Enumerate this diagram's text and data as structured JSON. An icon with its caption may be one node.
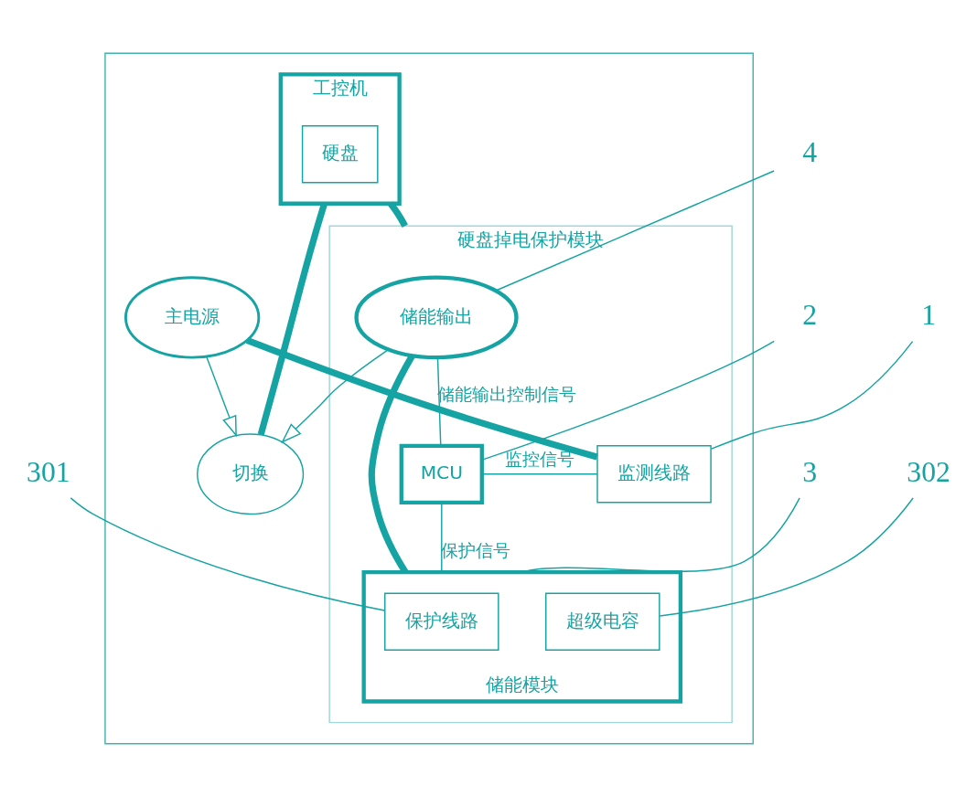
{
  "diagram": {
    "nodes": [
      {
        "text": [],
        "shape": "box"
      },
      {
        "text": [
          "硬盘掉电保护模块"
        ],
        "in": 0
      },
      {
        "text": [
          "工控机"
        ],
        "in": 0
      },
      {
        "text": [
          "硬盘"
        ],
        "in": 2
      },
      {
        "text": [
          "切换"
        ],
        "in": 0
      },
      {
        "text": [
          "主电源"
        ],
        "in": 0
      },
      {
        "text": [
          "储能输出"
        ],
        "in": 1
      },
      {
        "text": [
          "MCU"
        ],
        "in": 1
      },
      {
        "text": [
          "监测线路"
        ],
        "in": 1
      },
      {
        "text": [
          "储能模块"
        ],
        "in": 1
      },
      {
        "text": [
          "保护线路"
        ],
        "in": 9
      },
      {
        "text": [
          "超级电容"
        ],
        "in": 9
      },
      {
        "text": [
          "4"
        ]
      },
      {
        "text": [
          "2"
        ]
      },
      {
        "text": [
          "1"
        ]
      },
      {
        "text": [
          "301"
        ]
      },
      {
        "text": [
          "3"
        ]
      },
      {
        "text": [
          "302"
        ]
      }
    ],
    "edges": [
      {
        "from": 2,
        "to": 1,
        "arrow": "none",
        "style": "thick"
      },
      {
        "from": 2,
        "to": 4,
        "arrow": "none",
        "style": "thick"
      },
      {
        "from": 6,
        "to": 4,
        "arrow": "to"
      },
      {
        "from": 5,
        "to": 4,
        "arrow": "to"
      },
      {
        "from": 6,
        "to": 7,
        "arrow": "none",
        "label": "储能输出控制信号"
      },
      {
        "from": 7,
        "to": 8,
        "arrow": "none",
        "label": "监控信号"
      },
      {
        "from": 7,
        "to": 9,
        "arrow": "none",
        "label": "保护信号"
      },
      {
        "from": 6,
        "to": 9,
        "arrow": "none",
        "style": "thick"
      },
      {
        "from": 5,
        "to": 8,
        "arrow": "none",
        "style": "thick"
      },
      {
        "from": 12,
        "to": 6,
        "arrow": "none"
      },
      {
        "from": 13,
        "to": 7,
        "arrow": "none"
      },
      {
        "from": 14,
        "to": 8,
        "arrow": "none"
      },
      {
        "from": 15,
        "to": 10,
        "arrow": "none"
      },
      {
        "from": 16,
        "to": 9,
        "arrow": "none"
      },
      {
        "from": 17,
        "to": 11,
        "arrow": "none"
      }
    ]
  }
}
